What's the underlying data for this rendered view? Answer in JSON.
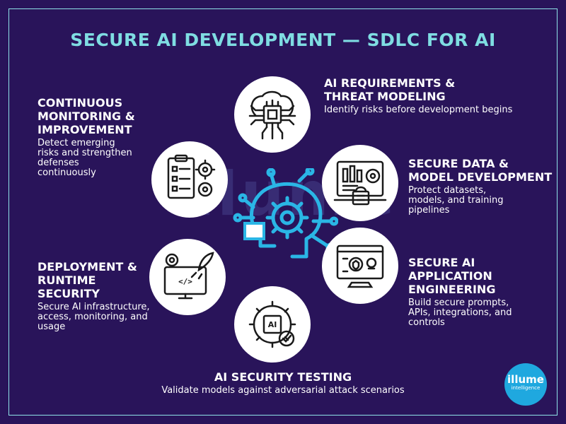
{
  "title": "SECURE AI DEVELOPMENT — SDLC FOR AI",
  "stages": [
    {
      "id": "requirements",
      "title_lines": [
        "AI REQUIREMENTS &",
        "THREAT MODELING"
      ],
      "description": "Identify risks before development begins",
      "icon": "ai-chip-brain-icon"
    },
    {
      "id": "data-model",
      "title_lines": [
        "SECURE DATA &",
        "MODEL DEVELOPMENT"
      ],
      "description_lines": [
        "Protect datasets,",
        "models, and training",
        "pipelines"
      ],
      "icon": "secure-dashboard-icon"
    },
    {
      "id": "application",
      "title_lines": [
        "SECURE AI",
        "APPLICATION",
        "ENGINEERING"
      ],
      "description_lines": [
        "Build secure prompts,",
        "APIs, integrations, and",
        "controls"
      ],
      "icon": "secure-application-icon"
    },
    {
      "id": "testing",
      "title_lines": [
        "AI SECURITY TESTING"
      ],
      "description": "Validate models against adversarial attack scenarios",
      "icon": "ai-testing-gear-icon",
      "icon_text": "AI"
    },
    {
      "id": "deployment",
      "title_lines": [
        "DEPLOYMENT &",
        "RUNTIME",
        "SECURITY"
      ],
      "description_lines": [
        "Secure AI infrastructure,",
        "access, monitoring, and",
        "usage"
      ],
      "icon": "monitor-rocket-icon",
      "icon_text": "</>"
    },
    {
      "id": "monitoring",
      "title_lines": [
        "CONTINUOUS",
        "MONITORING &",
        "IMPROVEMENT"
      ],
      "description_lines": [
        "Detect emerging",
        "risks and strengthen",
        "defenses",
        "continuously"
      ],
      "icon": "checklist-gears-icon"
    }
  ],
  "center_icon": "ai-robot-head-icon",
  "watermark": "illume",
  "logo": {
    "line1": "illume",
    "line2": "intelligence"
  },
  "colors": {
    "background": "#29145a",
    "accent": "#7fdde2",
    "text": "#ffffff",
    "logo": "#1fa8df",
    "center_icon": "#2ab6e6"
  }
}
